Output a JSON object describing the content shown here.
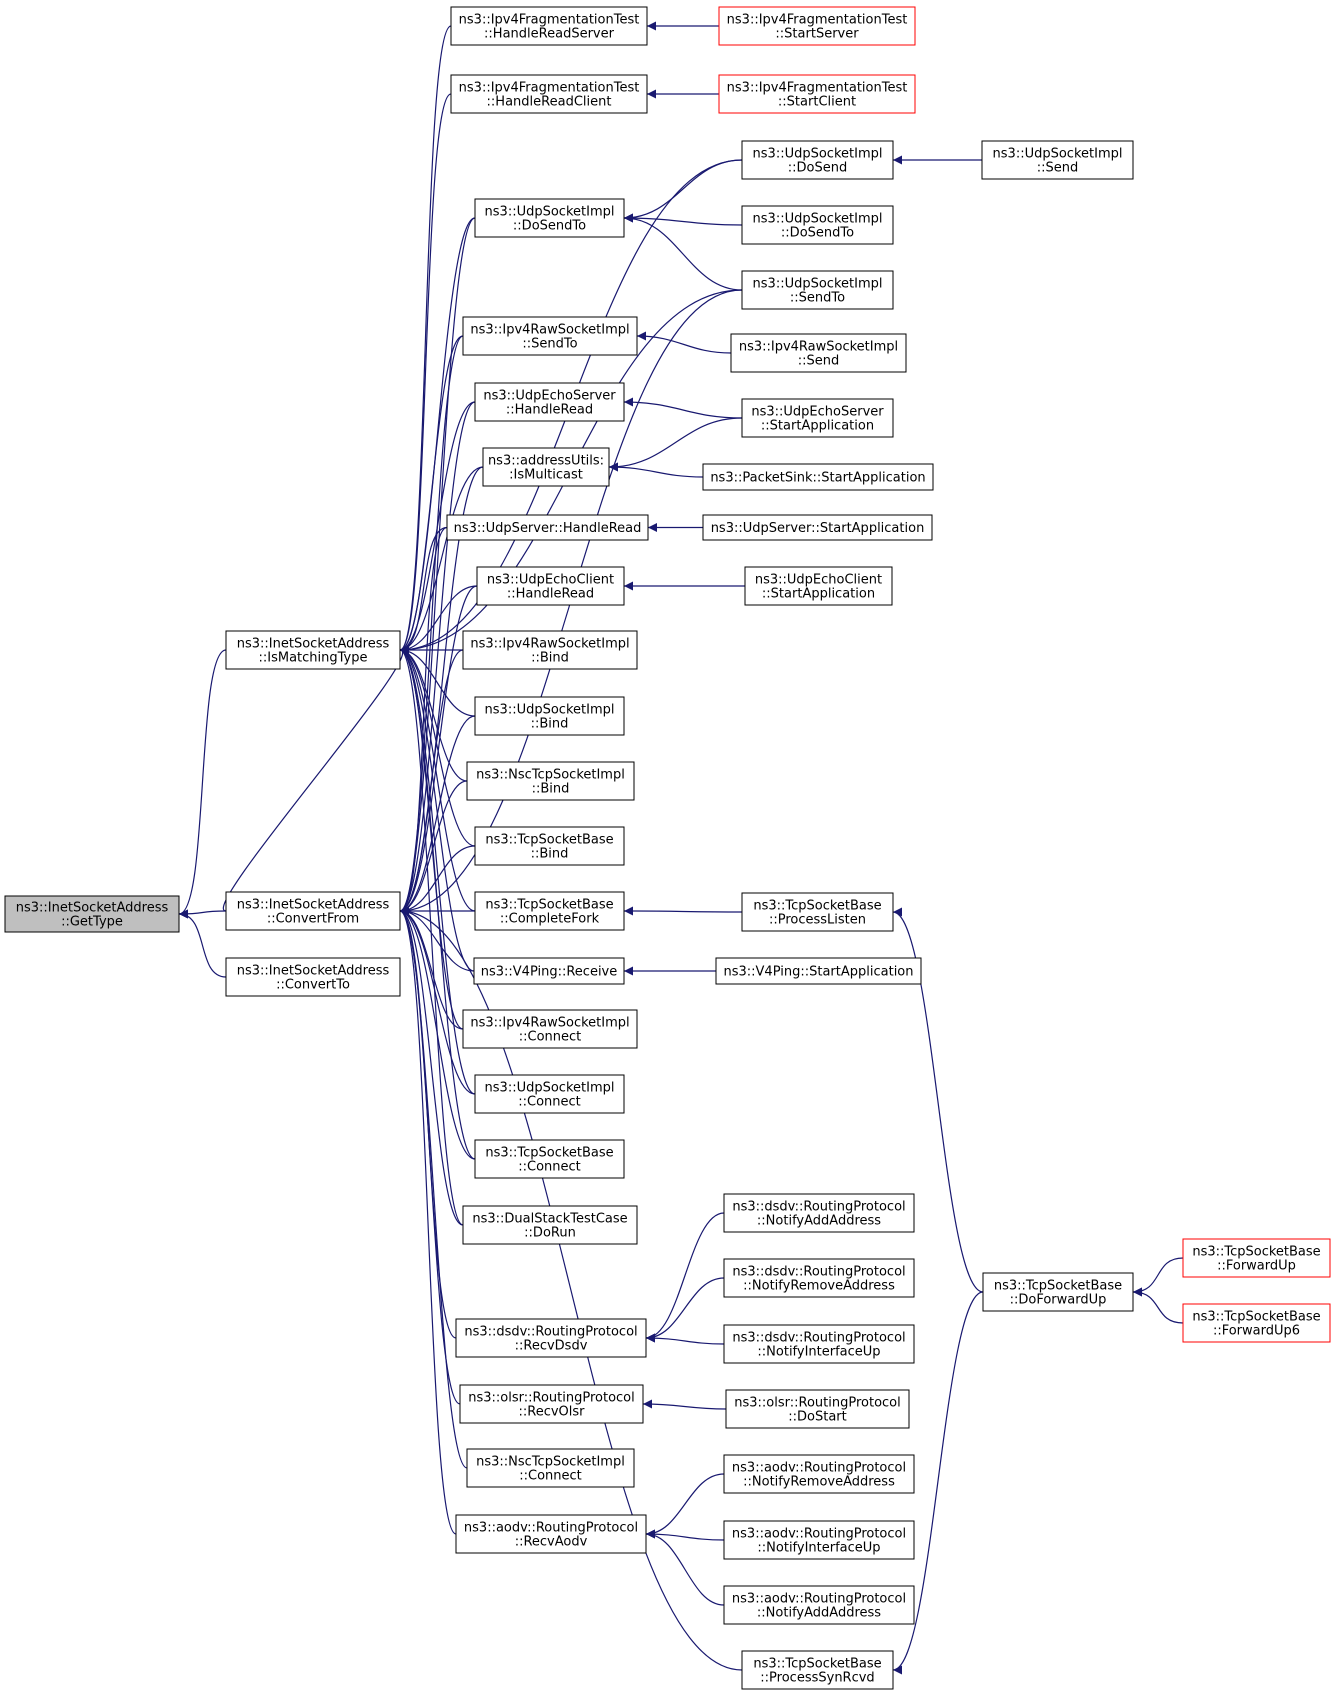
{
  "colors": {
    "edge": "#191970",
    "node_border": "#000000",
    "node_border_truncated": "#ff0000",
    "focus_fill": "#bfbfbf",
    "node_fill": "#ffffff"
  },
  "nodes": [
    {
      "id": "gettype",
      "lines": [
        "ns3::InetSocketAddress",
        "::GetType"
      ],
      "style": "focus"
    },
    {
      "id": "ismatching",
      "lines": [
        "ns3::InetSocketAddress",
        "::IsMatchingType"
      ],
      "style": "normal"
    },
    {
      "id": "convertfrom",
      "lines": [
        "ns3::InetSocketAddress",
        "::ConvertFrom"
      ],
      "style": "normal"
    },
    {
      "id": "convertto",
      "lines": [
        "ns3::InetSocketAddress",
        "::ConvertTo"
      ],
      "style": "normal"
    },
    {
      "id": "hrs",
      "lines": [
        "ns3::Ipv4FragmentationTest",
        "::HandleReadServer"
      ],
      "style": "normal"
    },
    {
      "id": "hrc",
      "lines": [
        "ns3::Ipv4FragmentationTest",
        "::HandleReadClient"
      ],
      "style": "normal"
    },
    {
      "id": "udpdosendto",
      "lines": [
        "ns3::UdpSocketImpl",
        "::DoSendTo"
      ],
      "style": "normal"
    },
    {
      "id": "rawsendto",
      "lines": [
        "ns3::Ipv4RawSocketImpl",
        "::SendTo"
      ],
      "style": "normal"
    },
    {
      "id": "echoserverhr",
      "lines": [
        "ns3::UdpEchoServer",
        "::HandleRead"
      ],
      "style": "normal"
    },
    {
      "id": "ismulticast",
      "lines": [
        "ns3::addressUtils:",
        ":IsMulticast"
      ],
      "style": "normal"
    },
    {
      "id": "udpserverhr",
      "lines": [
        "ns3::UdpServer::HandleRead"
      ],
      "style": "normal"
    },
    {
      "id": "echoclienthr",
      "lines": [
        "ns3::UdpEchoClient",
        "::HandleRead"
      ],
      "style": "normal"
    },
    {
      "id": "rawbind",
      "lines": [
        "ns3::Ipv4RawSocketImpl",
        "::Bind"
      ],
      "style": "normal"
    },
    {
      "id": "udpbind",
      "lines": [
        "ns3::UdpSocketImpl",
        "::Bind"
      ],
      "style": "normal"
    },
    {
      "id": "nscbind",
      "lines": [
        "ns3::NscTcpSocketImpl",
        "::Bind"
      ],
      "style": "normal"
    },
    {
      "id": "tcpbind",
      "lines": [
        "ns3::TcpSocketBase",
        "::Bind"
      ],
      "style": "normal"
    },
    {
      "id": "completefork",
      "lines": [
        "ns3::TcpSocketBase",
        "::CompleteFork"
      ],
      "style": "normal"
    },
    {
      "id": "v4receive",
      "lines": [
        "ns3::V4Ping::Receive"
      ],
      "style": "normal"
    },
    {
      "id": "rawconnect",
      "lines": [
        "ns3::Ipv4RawSocketImpl",
        "::Connect"
      ],
      "style": "normal"
    },
    {
      "id": "udpconnect",
      "lines": [
        "ns3::UdpSocketImpl",
        "::Connect"
      ],
      "style": "normal"
    },
    {
      "id": "tcpconnect",
      "lines": [
        "ns3::TcpSocketBase",
        "::Connect"
      ],
      "style": "normal"
    },
    {
      "id": "dualstack",
      "lines": [
        "ns3::DualStackTestCase",
        "::DoRun"
      ],
      "style": "normal"
    },
    {
      "id": "recvdsdv",
      "lines": [
        "ns3::dsdv::RoutingProtocol",
        "::RecvDsdv"
      ],
      "style": "normal"
    },
    {
      "id": "recvolsr",
      "lines": [
        "ns3::olsr::RoutingProtocol",
        "::RecvOlsr"
      ],
      "style": "normal"
    },
    {
      "id": "nscconnect",
      "lines": [
        "ns3::NscTcpSocketImpl",
        "::Connect"
      ],
      "style": "normal"
    },
    {
      "id": "recvaodv",
      "lines": [
        "ns3::aodv::RoutingProtocol",
        "::RecvAodv"
      ],
      "style": "normal"
    },
    {
      "id": "startserver",
      "lines": [
        "ns3::Ipv4FragmentationTest",
        "::StartServer"
      ],
      "style": "truncated"
    },
    {
      "id": "startclient",
      "lines": [
        "ns3::Ipv4FragmentationTest",
        "::StartClient"
      ],
      "style": "truncated"
    },
    {
      "id": "udpdosend",
      "lines": [
        "ns3::UdpSocketImpl",
        "::DoSend"
      ],
      "style": "normal"
    },
    {
      "id": "udpdosendto2",
      "lines": [
        "ns3::UdpSocketImpl",
        "::DoSendTo"
      ],
      "style": "normal"
    },
    {
      "id": "udpsendto",
      "lines": [
        "ns3::UdpSocketImpl",
        "::SendTo"
      ],
      "style": "normal"
    },
    {
      "id": "rawsend",
      "lines": [
        "ns3::Ipv4RawSocketImpl",
        "::Send"
      ],
      "style": "normal"
    },
    {
      "id": "echoserverstart",
      "lines": [
        "ns3::UdpEchoServer",
        "::StartApplication"
      ],
      "style": "normal"
    },
    {
      "id": "packetsinkstart",
      "lines": [
        "ns3::PacketSink::StartApplication"
      ],
      "style": "normal"
    },
    {
      "id": "udpserverstart",
      "lines": [
        "ns3::UdpServer::StartApplication"
      ],
      "style": "normal"
    },
    {
      "id": "echoclientstart",
      "lines": [
        "ns3::UdpEchoClient",
        "::StartApplication"
      ],
      "style": "normal"
    },
    {
      "id": "processlisten",
      "lines": [
        "ns3::TcpSocketBase",
        "::ProcessListen"
      ],
      "style": "normal"
    },
    {
      "id": "v4start",
      "lines": [
        "ns3::V4Ping::StartApplication"
      ],
      "style": "normal"
    },
    {
      "id": "dsdvnotifyadd",
      "lines": [
        "ns3::dsdv::RoutingProtocol",
        "::NotifyAddAddress"
      ],
      "style": "normal"
    },
    {
      "id": "dsdvnotifyremove",
      "lines": [
        "ns3::dsdv::RoutingProtocol",
        "::NotifyRemoveAddress"
      ],
      "style": "normal"
    },
    {
      "id": "dsdvnotifyup",
      "lines": [
        "ns3::dsdv::RoutingProtocol",
        "::NotifyInterfaceUp"
      ],
      "style": "normal"
    },
    {
      "id": "olsrdostart",
      "lines": [
        "ns3::olsr::RoutingProtocol",
        "::DoStart"
      ],
      "style": "normal"
    },
    {
      "id": "aodvnotifyremove",
      "lines": [
        "ns3::aodv::RoutingProtocol",
        "::NotifyRemoveAddress"
      ],
      "style": "normal"
    },
    {
      "id": "aodvnotifyup",
      "lines": [
        "ns3::aodv::RoutingProtocol",
        "::NotifyInterfaceUp"
      ],
      "style": "normal"
    },
    {
      "id": "aodvnotifyadd",
      "lines": [
        "ns3::aodv::RoutingProtocol",
        "::NotifyAddAddress"
      ],
      "style": "normal"
    },
    {
      "id": "processsynrcvd",
      "lines": [
        "ns3::TcpSocketBase",
        "::ProcessSynRcvd"
      ],
      "style": "normal"
    },
    {
      "id": "udpsend",
      "lines": [
        "ns3::UdpSocketImpl",
        "::Send"
      ],
      "style": "normal"
    },
    {
      "id": "doforwardup",
      "lines": [
        "ns3::TcpSocketBase",
        "::DoForwardUp"
      ],
      "style": "normal"
    },
    {
      "id": "forwardup",
      "lines": [
        "ns3::TcpSocketBase",
        "::ForwardUp"
      ],
      "style": "truncated"
    },
    {
      "id": "forwardup6",
      "lines": [
        "ns3::TcpSocketBase",
        "::ForwardUp6"
      ],
      "style": "truncated"
    }
  ],
  "edges": [
    {
      "from": "ismatching",
      "to": "gettype"
    },
    {
      "from": "convertfrom",
      "to": "gettype"
    },
    {
      "from": "convertto",
      "to": "gettype"
    },
    {
      "from": "convertfrom",
      "to": "ismatching"
    },
    {
      "from": "hrs",
      "to": "ismatching"
    },
    {
      "from": "hrc",
      "to": "ismatching"
    },
    {
      "from": "udpdosendto",
      "to": "ismatching"
    },
    {
      "from": "udpdosend",
      "to": "ismatching"
    },
    {
      "from": "udpsendto",
      "to": "ismatching"
    },
    {
      "from": "rawsendto",
      "to": "ismatching"
    },
    {
      "from": "echoserverhr",
      "to": "ismatching"
    },
    {
      "from": "ismulticast",
      "to": "ismatching"
    },
    {
      "from": "udpserverhr",
      "to": "ismatching"
    },
    {
      "from": "echoclienthr",
      "to": "ismatching"
    },
    {
      "from": "rawbind",
      "to": "ismatching"
    },
    {
      "from": "udpbind",
      "to": "ismatching"
    },
    {
      "from": "nscbind",
      "to": "ismatching"
    },
    {
      "from": "tcpbind",
      "to": "ismatching"
    },
    {
      "from": "completefork",
      "to": "ismatching"
    },
    {
      "from": "v4receive",
      "to": "ismatching"
    },
    {
      "from": "rawconnect",
      "to": "ismatching"
    },
    {
      "from": "udpconnect",
      "to": "ismatching"
    },
    {
      "from": "tcpconnect",
      "to": "ismatching"
    },
    {
      "from": "dualstack",
      "to": "ismatching"
    },
    {
      "from": "udpdosendto",
      "to": "convertfrom"
    },
    {
      "from": "rawsendto",
      "to": "convertfrom"
    },
    {
      "from": "echoserverhr",
      "to": "convertfrom"
    },
    {
      "from": "ismulticast",
      "to": "convertfrom"
    },
    {
      "from": "udpserverhr",
      "to": "convertfrom"
    },
    {
      "from": "echoclienthr",
      "to": "convertfrom"
    },
    {
      "from": "rawbind",
      "to": "convertfrom"
    },
    {
      "from": "udpbind",
      "to": "convertfrom"
    },
    {
      "from": "nscbind",
      "to": "convertfrom"
    },
    {
      "from": "tcpbind",
      "to": "convertfrom"
    },
    {
      "from": "completefork",
      "to": "convertfrom"
    },
    {
      "from": "v4receive",
      "to": "convertfrom"
    },
    {
      "from": "rawconnect",
      "to": "convertfrom"
    },
    {
      "from": "udpconnect",
      "to": "convertfrom"
    },
    {
      "from": "tcpconnect",
      "to": "convertfrom"
    },
    {
      "from": "dualstack",
      "to": "convertfrom"
    },
    {
      "from": "recvdsdv",
      "to": "convertfrom"
    },
    {
      "from": "recvolsr",
      "to": "convertfrom"
    },
    {
      "from": "nscconnect",
      "to": "convertfrom"
    },
    {
      "from": "recvaodv",
      "to": "convertfrom"
    },
    {
      "from": "processsynrcvd",
      "to": "convertfrom"
    },
    {
      "from": "udpsendto",
      "to": "convertfrom"
    },
    {
      "from": "startserver",
      "to": "hrs"
    },
    {
      "from": "startclient",
      "to": "hrc"
    },
    {
      "from": "udpdosend",
      "to": "udpdosendto"
    },
    {
      "from": "udpdosendto2",
      "to": "udpdosendto"
    },
    {
      "from": "udpsendto",
      "to": "udpdosendto"
    },
    {
      "from": "udpsend",
      "to": "udpdosend"
    },
    {
      "from": "rawsend",
      "to": "rawsendto"
    },
    {
      "from": "echoserverstart",
      "to": "echoserverhr"
    },
    {
      "from": "echoserverstart",
      "to": "ismulticast"
    },
    {
      "from": "packetsinkstart",
      "to": "ismulticast"
    },
    {
      "from": "udpserverstart",
      "to": "udpserverhr"
    },
    {
      "from": "echoclientstart",
      "to": "echoclienthr"
    },
    {
      "from": "processlisten",
      "to": "completefork"
    },
    {
      "from": "v4start",
      "to": "v4receive"
    },
    {
      "from": "dsdvnotifyadd",
      "to": "recvdsdv"
    },
    {
      "from": "dsdvnotifyremove",
      "to": "recvdsdv"
    },
    {
      "from": "dsdvnotifyup",
      "to": "recvdsdv"
    },
    {
      "from": "olsrdostart",
      "to": "recvolsr"
    },
    {
      "from": "aodvnotifyremove",
      "to": "recvaodv"
    },
    {
      "from": "aodvnotifyup",
      "to": "recvaodv"
    },
    {
      "from": "aodvnotifyadd",
      "to": "recvaodv"
    },
    {
      "from": "doforwardup",
      "to": "processlisten"
    },
    {
      "from": "doforwardup",
      "to": "processsynrcvd"
    },
    {
      "from": "forwardup",
      "to": "doforwardup"
    },
    {
      "from": "forwardup6",
      "to": "doforwardup"
    }
  ]
}
